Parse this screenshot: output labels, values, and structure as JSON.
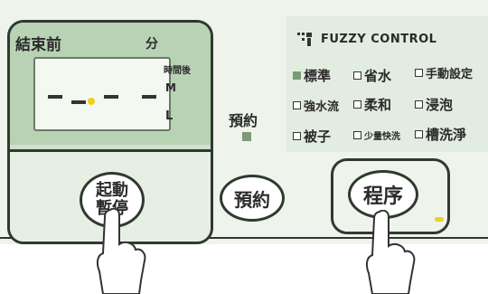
{
  "display": {
    "remaining_label": "結束前",
    "minutes_label": "分",
    "hours_label": "時間後",
    "m_label": "M",
    "l_label": "L"
  },
  "buttons": {
    "start_line1": "起動",
    "start_line2": "暫停",
    "reserve": "預約",
    "program": "程序"
  },
  "reserve_indicator_label": "預約",
  "brand": "FUZZY CONTROL",
  "options": [
    {
      "label": "標準",
      "selected": true
    },
    {
      "label": "省水",
      "selected": false
    },
    {
      "label": "手動設定",
      "selected": false
    },
    {
      "label": "強水流",
      "selected": false
    },
    {
      "label": "柔和",
      "selected": false
    },
    {
      "label": "浸泡",
      "selected": false
    },
    {
      "label": "被子",
      "selected": false
    },
    {
      "label": "少量快洗",
      "selected": false
    },
    {
      "label": "槽洗淨",
      "selected": false
    }
  ],
  "colors": {
    "indicator_on": "#7b9a77",
    "led_yellow": "#f0cf1c"
  }
}
